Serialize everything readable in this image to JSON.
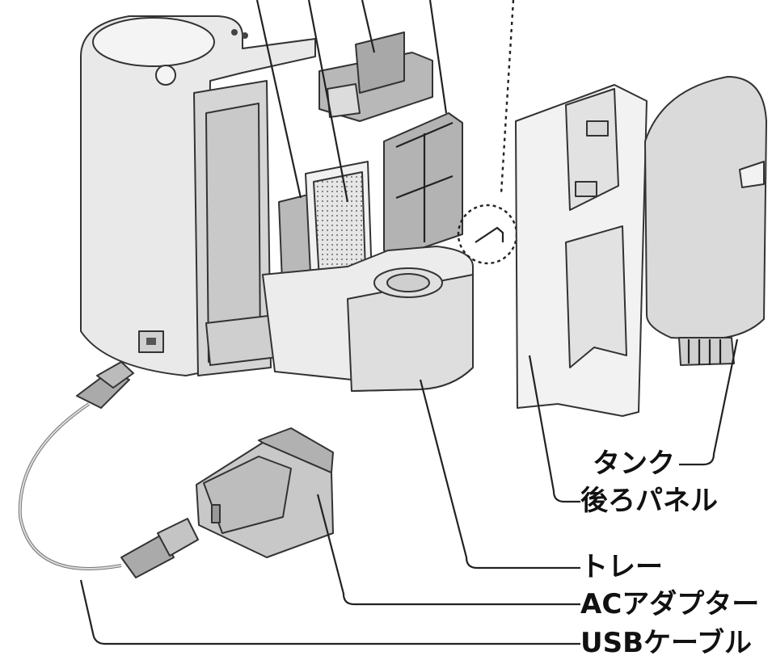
{
  "labels": {
    "tank": "タンク",
    "back_panel": "後ろパネル",
    "tray": "トレー",
    "ac_adapter": "ACアダプター",
    "usb_cable": "USBケーブル"
  }
}
